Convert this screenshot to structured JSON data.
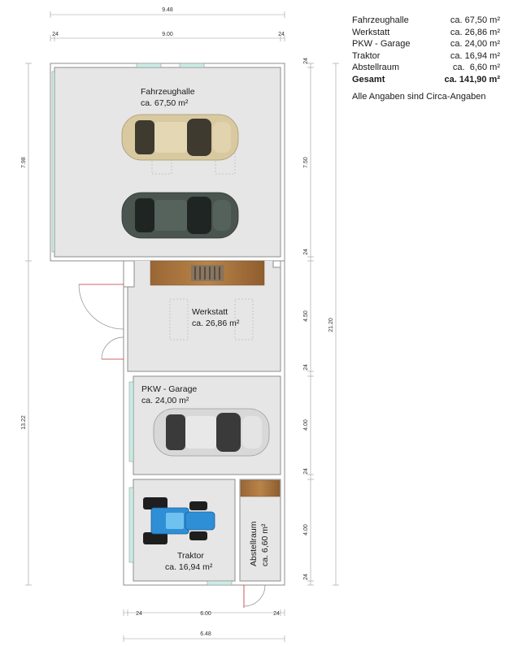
{
  "legend": {
    "rows": [
      {
        "name": "Fahrzeughalle",
        "area": "ca. 67,50 m²"
      },
      {
        "name": "Werkstatt",
        "area": "ca. 26,86 m²"
      },
      {
        "name": "PKW - Garage",
        "area": "ca. 24,00 m²"
      },
      {
        "name": "Traktor",
        "area": "ca. 16,94 m²"
      },
      {
        "name": "Abstellraum",
        "area": "ca.  6,60 m²"
      }
    ],
    "total": {
      "name": "Gesamt",
      "area": "ca. 141,90 m²"
    },
    "note": "Alle Angaben sind Circa-Angaben"
  },
  "rooms": {
    "fahrzeughalle": {
      "name": "Fahrzeughalle",
      "area": "ca. 67,50 m²"
    },
    "werkstatt": {
      "name": "Werkstatt",
      "area": "ca. 26,86 m²"
    },
    "pkw_garage": {
      "name": "PKW - Garage",
      "area": "ca. 24,00 m²"
    },
    "traktor": {
      "name": "Traktor",
      "area": "ca. 16,94 m²"
    },
    "abstellraum": {
      "name": "Abstellraum",
      "area": "ca. 6,60 m²"
    }
  },
  "dimensions": {
    "top_total": "9.48",
    "top_inner": "9.00",
    "top_wall_left": "24",
    "top_wall_right": "24",
    "left_upper": "7.98",
    "left_lower": "13.22",
    "right_total": "21.20",
    "right_halle": "7.50",
    "right_werkstatt": "4.50",
    "right_garage": "4.00",
    "right_traktor": "4.00",
    "right_wall_1": "24",
    "right_wall_2": "24",
    "right_wall_3": "24",
    "right_wall_4": "24",
    "right_wall_5": "24",
    "bottom_inner": "6.00",
    "bottom_total": "6.48",
    "bottom_wall_left": "24",
    "bottom_wall_right": "24"
  },
  "colors": {
    "floor": "#e6e6e6",
    "wall": "#ffffff",
    "wall_line": "#8c8c8c",
    "window": "#c9ece4",
    "bench": "#a8753f",
    "car_beige": "#d9c9a0",
    "car_dark": "#4a5550",
    "car_silver": "#d8d8d8",
    "tractor_blue": "#2f8fd6"
  }
}
